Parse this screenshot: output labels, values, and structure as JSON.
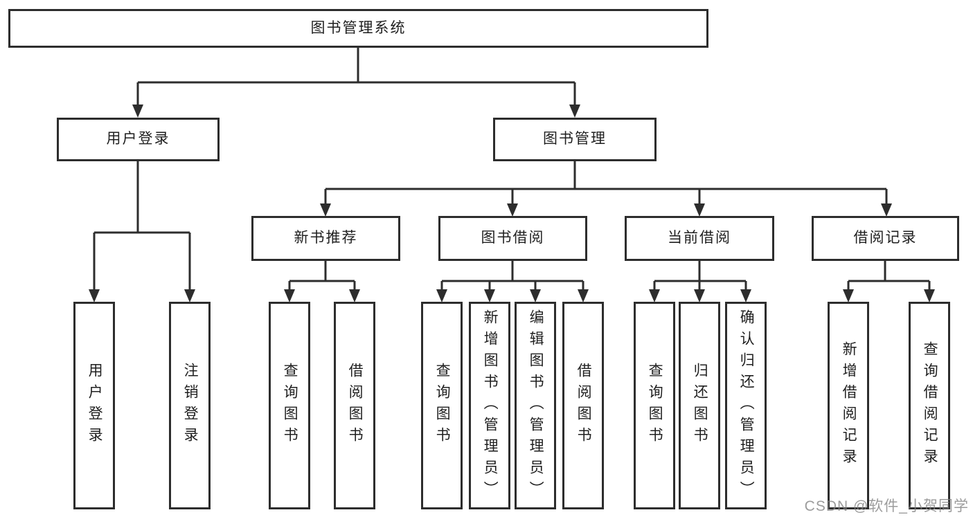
{
  "root_label": "图书管理系统",
  "tree": {
    "level2": [
      {
        "label": "用户登录",
        "leaves": [
          "用户登录",
          "注销登录"
        ]
      },
      {
        "label": "图书管理"
      }
    ],
    "level3": [
      {
        "label": "新书推荐",
        "leaves": [
          "查询图书",
          "借阅图书"
        ]
      },
      {
        "label": "图书借阅",
        "leaves": [
          "查询图书",
          "新增图书（管理员）",
          "编辑图书（管理员）",
          "借阅图书"
        ]
      },
      {
        "label": "当前借阅",
        "leaves": [
          "查询图书",
          "归还图书",
          "确认归还（管理员）"
        ]
      },
      {
        "label": "借阅记录",
        "leaves": [
          "新增借阅记录",
          "查询借阅记录"
        ]
      }
    ]
  },
  "watermark": "CSDN @软件_小贺同学",
  "colors": {
    "line": "#2d2d2d",
    "node_text": "#1f1f1f",
    "node_background": "#ffffff",
    "watermark_text": "#808080"
  }
}
